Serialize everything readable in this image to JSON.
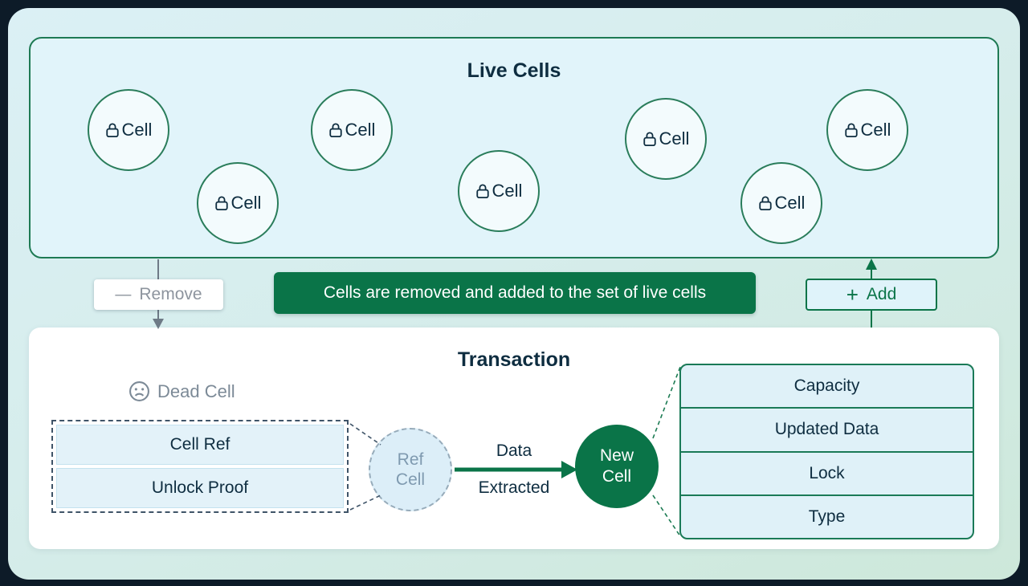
{
  "live_cells": {
    "title": "Live Cells",
    "cell_label": "Cell",
    "cell_count": 7
  },
  "flow": {
    "remove_label": "Remove",
    "remove_icon": "—",
    "banner_text": "Cells are removed and added to the set of live cells",
    "add_label": "Add",
    "add_icon": "+"
  },
  "transaction": {
    "title": "Transaction",
    "dead_cell_label": "Dead Cell",
    "input_rows": [
      "Cell Ref",
      "Unlock Proof"
    ],
    "ref_cell_label": "Ref Cell",
    "data_arrow_top": "Data",
    "data_arrow_bottom": "Extracted",
    "new_cell_label": "New Cell",
    "output_fields": [
      "Capacity",
      "Updated Data",
      "Lock",
      "Type"
    ]
  },
  "colors": {
    "accent_green": "#0a7448",
    "border_green": "#1e7a54",
    "light_blue_fill": "#e1f4fa",
    "dark_text": "#0e2d40",
    "muted_gray": "#7c8a97",
    "dark_background": "#0d1b28"
  }
}
